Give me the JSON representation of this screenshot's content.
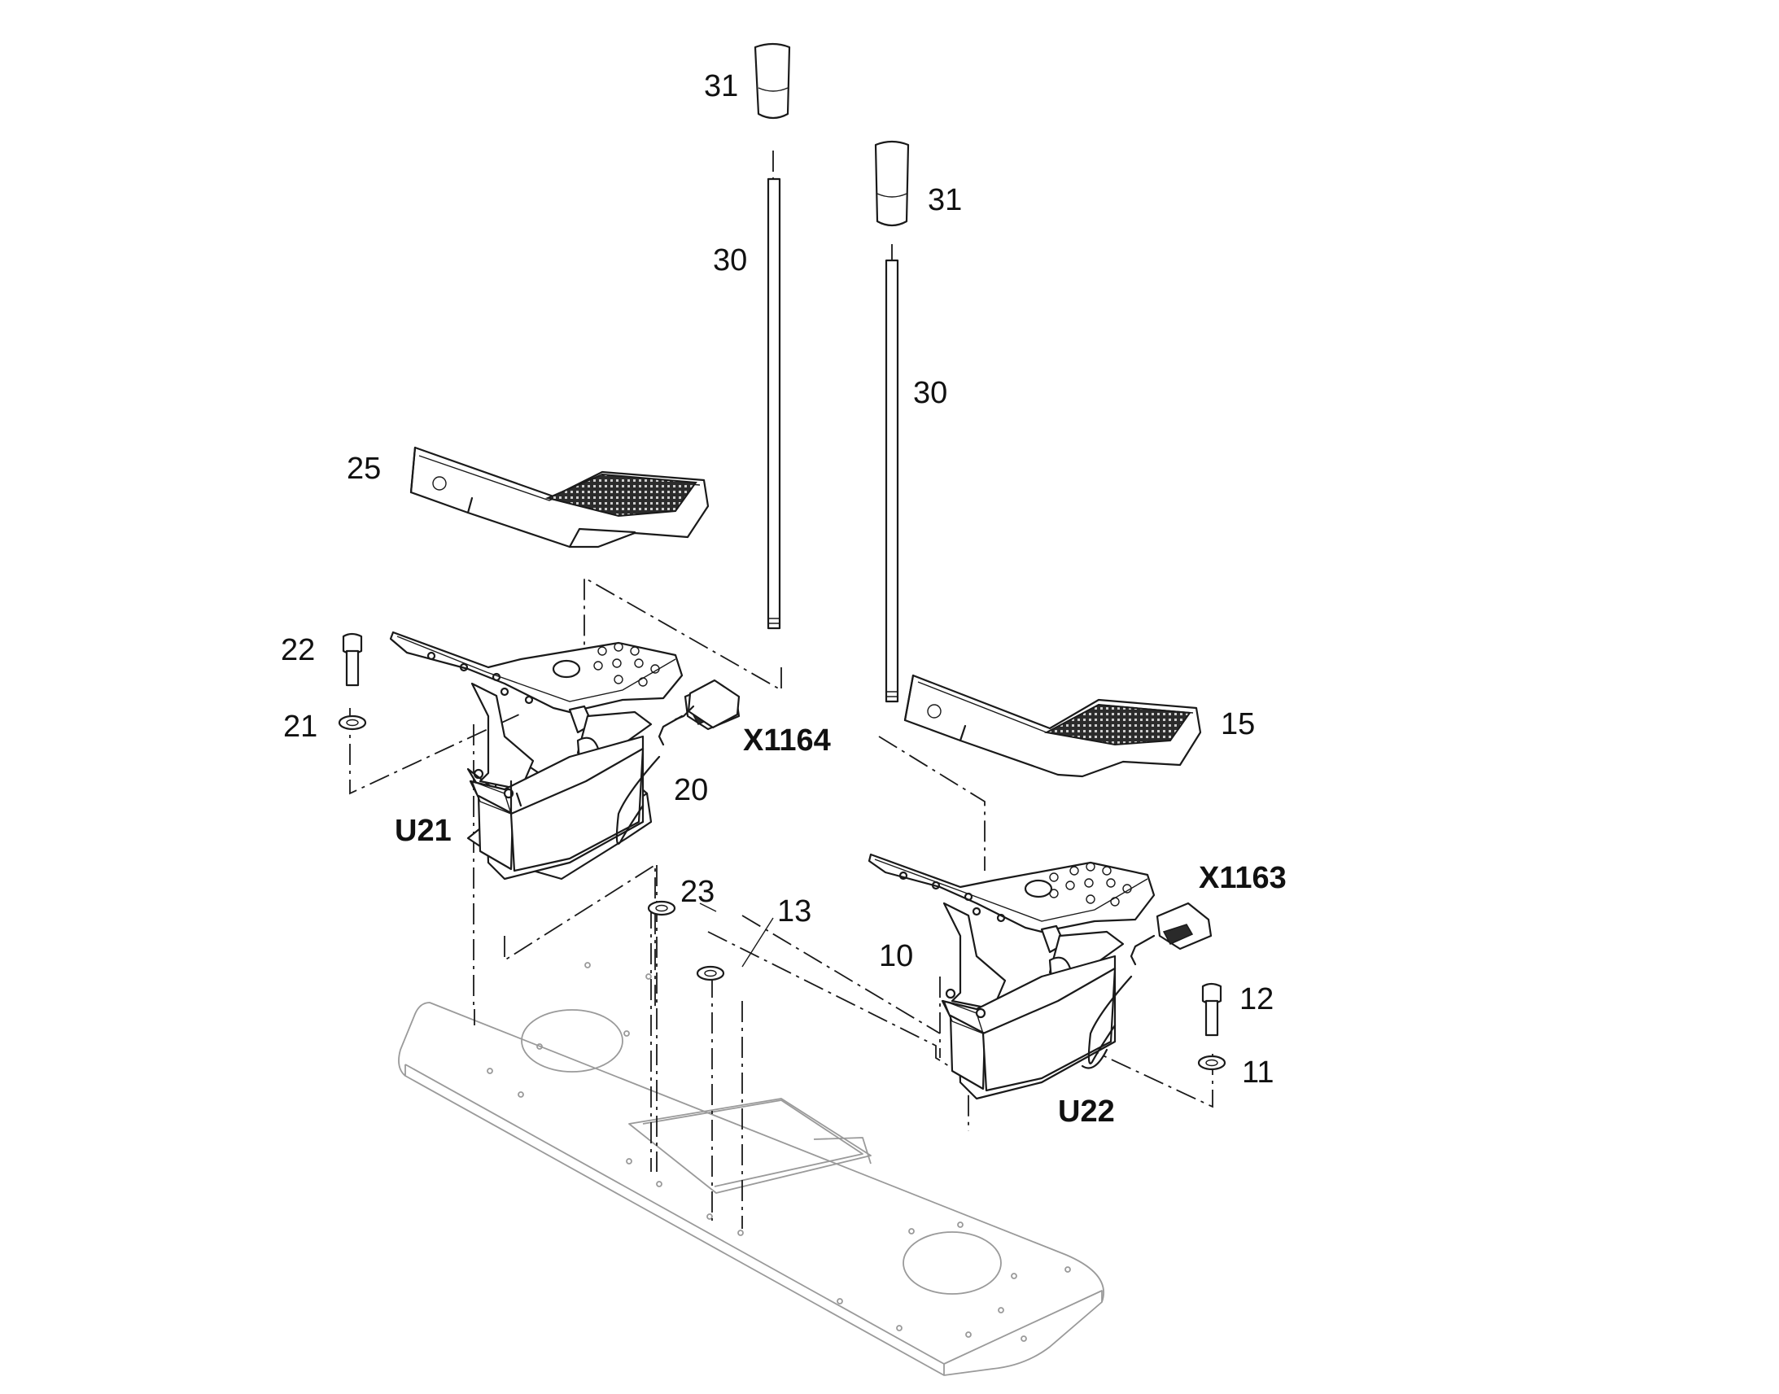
{
  "callouts": {
    "c31_left": "31",
    "c30_left": "30",
    "c31_right": "31",
    "c30_right": "30",
    "c25": "25",
    "c22": "22",
    "c21": "21",
    "x1164": "X1164",
    "c20": "20",
    "u21": "U21",
    "c15": "15",
    "c23": "23",
    "c13": "13",
    "x1163": "X1163",
    "c10": "10",
    "c12": "12",
    "c11": "11",
    "u22": "U22"
  }
}
